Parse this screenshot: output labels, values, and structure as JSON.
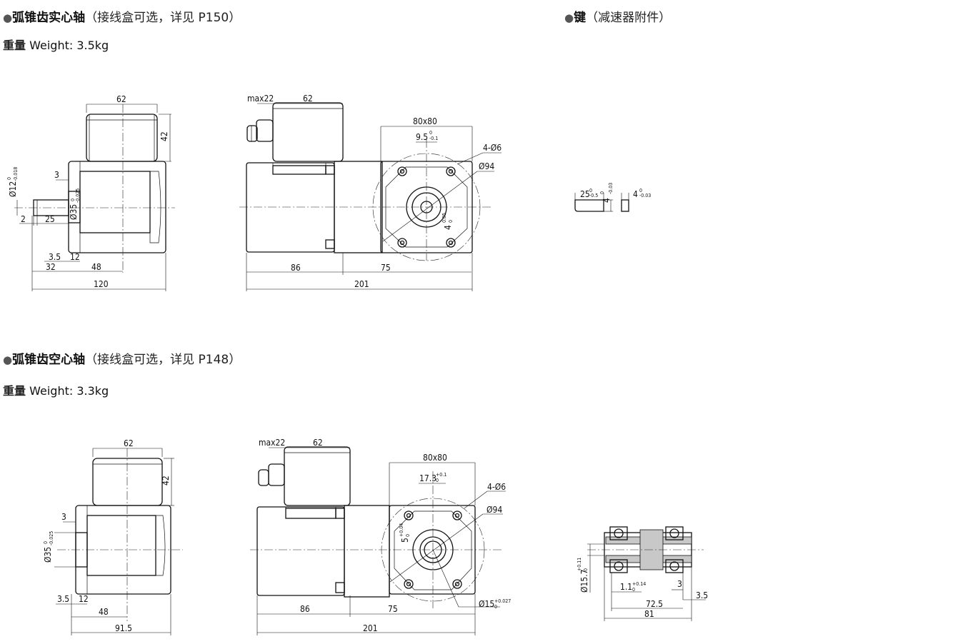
{
  "sections": {
    "solid": {
      "bullet": "●",
      "title": "弧锥齿实心轴",
      "note": "（接线盒可选，详见 P150）",
      "weight_zh": "重量",
      "weight_en": "Weight: 3.5kg"
    },
    "key": {
      "bullet": "●",
      "title": "键",
      "note": "（减速器附件）"
    },
    "hollow": {
      "bullet": "●",
      "title": "弧锥齿空心轴",
      "note": "（接线盒可选，详见 P148）",
      "weight_zh": "重量",
      "weight_en": "Weight: 3.3kg"
    }
  },
  "dims": {
    "solid_side": {
      "box_width": "62",
      "box_height": "42",
      "step": "3",
      "shaft_dia": "Ø12",
      "shaft_tol_up": "0",
      "shaft_tol_dn": "-0.018",
      "pilot_dia": "Ø35",
      "pilot_tol_up": "0",
      "pilot_tol_dn": "-0.025",
      "shaft_a": "2",
      "shaft_b": "25",
      "flange_a": "3.5",
      "flange_b": "12",
      "len_a": "32",
      "len_b": "48",
      "total": "120"
    },
    "solid_front": {
      "max": "max22",
      "box_width": "62",
      "motor_len": "86",
      "gear_len": "75",
      "total": "201"
    },
    "solid_flange": {
      "square": "80x80",
      "key_w": "9.5",
      "key_w_up": "0",
      "key_w_dn": "-0.1",
      "holes": "4-Ø6",
      "pcd": "Ø94",
      "key_h": "4",
      "key_h_up": "0.05",
      "key_h_dn": "0"
    },
    "key_part": {
      "length": "25",
      "length_up": "0",
      "length_dn": "-0.5",
      "height": "4",
      "height_up": "0",
      "height_dn": "-0.03",
      "width": "4",
      "width_up": "0",
      "width_dn": "-0.03"
    },
    "hollow_side": {
      "box_width": "62",
      "box_height": "42",
      "step": "3",
      "pilot_dia": "Ø35",
      "pilot_tol_up": "0",
      "pilot_tol_dn": "-0.025",
      "flange_a": "3.5",
      "flange_b": "12",
      "len_b": "48",
      "total": "91.5"
    },
    "hollow_front": {
      "max": "max22",
      "box_width": "62",
      "motor_len": "86",
      "gear_len": "75",
      "total": "201"
    },
    "hollow_flange": {
      "square": "80x80",
      "key_w": "17.3",
      "key_w_up": "+0.1",
      "key_w_dn": "0",
      "holes": "4-Ø6",
      "pcd": "Ø94",
      "key_h": "5",
      "key_h_up": "+0.04",
      "key_h_dn": "0",
      "bore": "Ø15",
      "bore_up": "+0.027",
      "bore_dn": "0"
    },
    "hollow_section": {
      "dia": "Ø15.7",
      "dia_up": "+0.11",
      "dia_dn": "0",
      "groove": "1.1",
      "groove_up": "+0.14",
      "groove_dn": "0",
      "step_a": "3",
      "step_b": "3.5",
      "len": "72.5",
      "total": "81"
    }
  }
}
